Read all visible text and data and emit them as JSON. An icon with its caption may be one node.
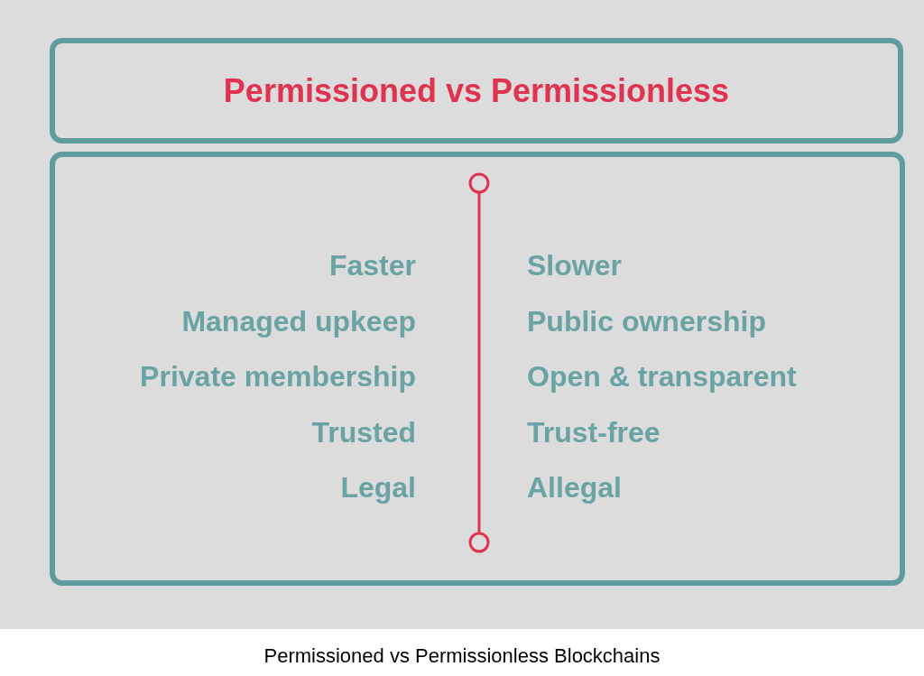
{
  "diagram": {
    "caption": "Permissioned vs Permissionless Blockchains",
    "nodes": [
      {
        "text": [
          "Permissioned vs Permissionless"
        ]
      },
      {
        "text": [],
        "shape": "box"
      }
    ],
    "edges": [],
    "labels": [
      "Faster",
      "Slower",
      "Managed upkeep",
      "Public ownership",
      "Private membership",
      "Open & transparent",
      "Trusted",
      "Trust-free",
      "Legal",
      "Allegal"
    ]
  }
}
